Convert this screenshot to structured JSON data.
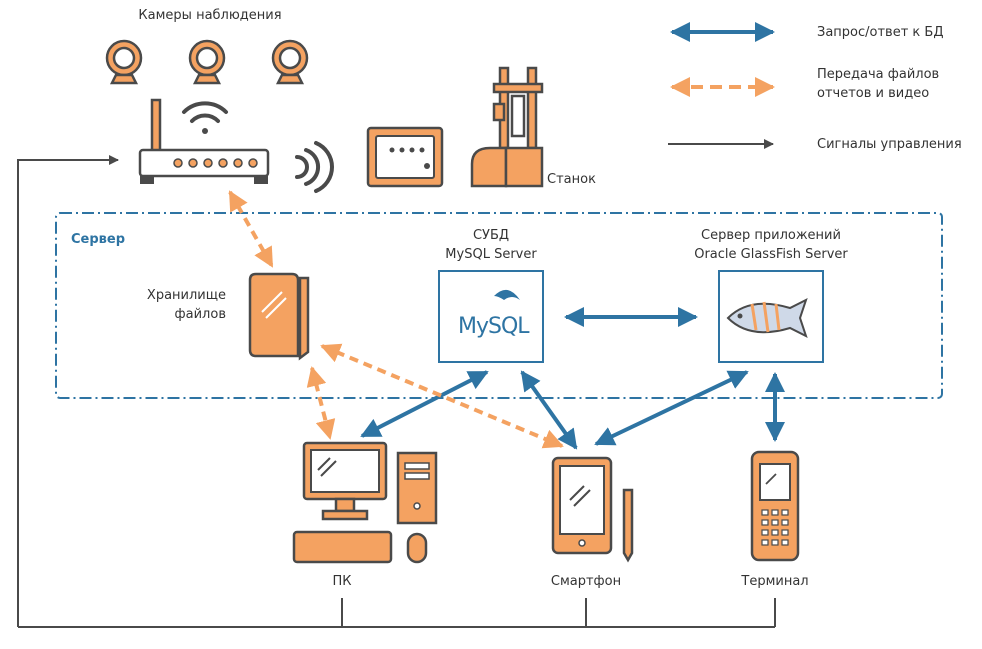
{
  "labels": {
    "cameras": "Камеры наблюдения",
    "machine": "Станок",
    "server": "Сервер",
    "dbms_line1": "СУБД",
    "dbms_line2": "MySQL Server",
    "app_line1": "Сервер приложений",
    "app_line2": "Oracle GlassFish Server",
    "storage_line1": "Хранилище",
    "storage_line2": "файлов",
    "pc": "ПК",
    "smartphone": "Смартфон",
    "terminal": "Терминал",
    "mysql_logo": "MySQL"
  },
  "legend": [
    {
      "text": "Запрос/ответ к БД"
    },
    {
      "text": "Передача файлов отчетов и видео",
      "line1": "Передача файлов",
      "line2": "отчетов и видео"
    },
    {
      "text": "Сигналы управления"
    }
  ],
  "colors": {
    "orange": "#f4a261",
    "dark": "#4a4a4a",
    "blue": "#2e74a3",
    "dashed_orange": "#f4a261"
  }
}
